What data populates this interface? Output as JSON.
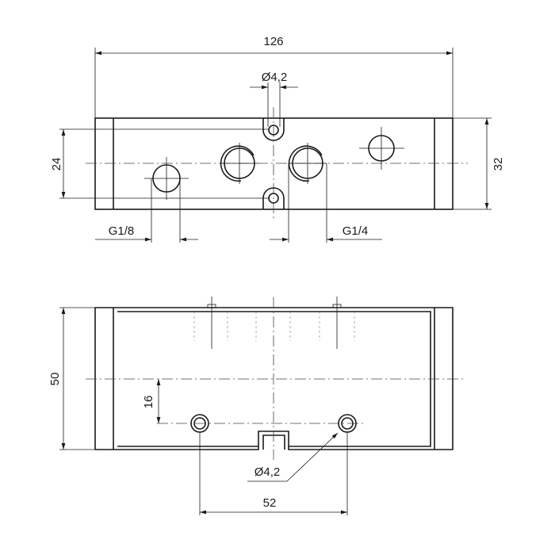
{
  "drawing": {
    "top_view": {
      "length": "126",
      "slot_diameter": "Ø4,2",
      "slot_spacing": "24",
      "width": "32",
      "small_port_thread": "G1/8",
      "large_port_thread": "G1/4"
    },
    "side_view": {
      "height": "50",
      "hole_offset": "16",
      "hole_diameter": "Ø4,2",
      "hole_spacing": "52"
    },
    "line_color": "#1a1a1a"
  }
}
